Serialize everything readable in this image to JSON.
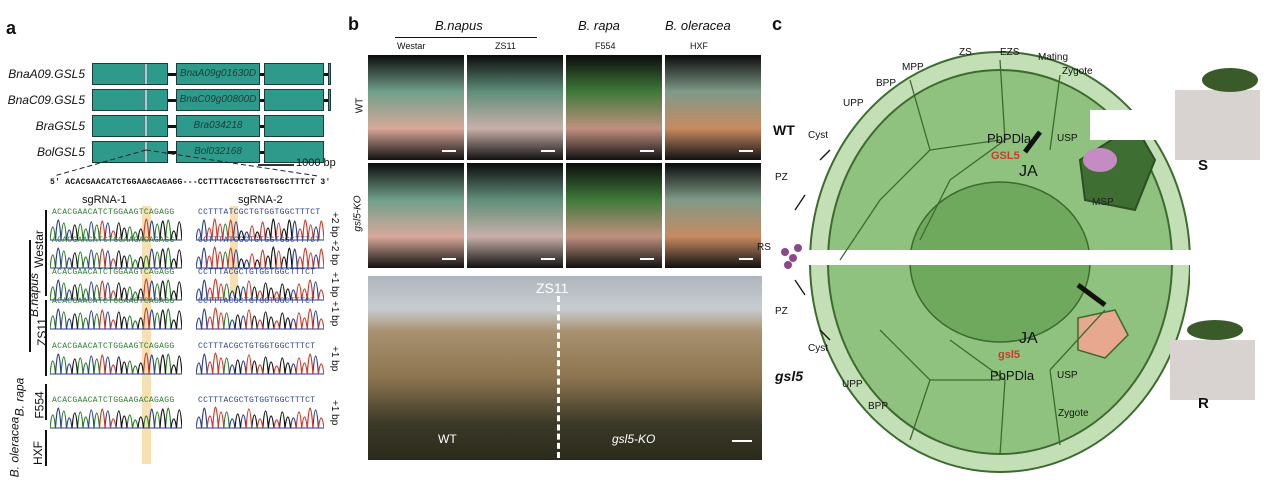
{
  "panel_a": {
    "label": "a",
    "genes": [
      {
        "name": "BnaA09.GSL5",
        "id": "BnaA09g01630D"
      },
      {
        "name": "BnaC09.GSL5",
        "id": "BnaC09g00800D"
      },
      {
        "name": "BraGSL5",
        "id": "Bra034218"
      },
      {
        "name": "BolGSL5",
        "id": "Bol032168"
      }
    ],
    "scale": "1000 bp",
    "seq_line": "5' ACACGAACATCTGGAAGCAGAGG---CCTTTACGCTGTGGTGGCTTTCT 3'",
    "sgrna1": "sgRNA-1",
    "sgrna2": "sgRNA-2",
    "rows": [
      {
        "s1": "ACACGAACATCTGGAAGTCAGAGG",
        "s2": "CCTTTATCGCTGTGGTGGCTTTCT",
        "mut": "+2 bp"
      },
      {
        "s1": "ACACGAACATCTGGAAGACAGAGG",
        "s2": "CCTTTATCGCTGTGGTGGCTTTCT",
        "mut": "+2 bp"
      },
      {
        "s1": "ACACGAACATCTGGAAGTCAGAGG",
        "s2": "CCTTTACGCTGTGGTGGCTTTCT",
        "mut": "+1 bp"
      },
      {
        "s1": "ACACGAACATCTGGAAGTCAGAGG",
        "s2": "CCTTTACGCTGTGGTGGCTTTCT",
        "mut": "+1 bp"
      },
      {
        "s1": "ACACGAACATCTGGAAGTCAGAGG",
        "s2": "CCTTTACGCTGTGGTGGCTTTCT",
        "mut": "+1 bp"
      },
      {
        "s1": "ACACGAACATCTGGAAGACAGAGG",
        "s2": "CCTTTACGCTGTGGTGGCTTTCT",
        "mut": "+1 bp"
      }
    ],
    "species": {
      "napus": "B.napus",
      "rapa": "B. rapa",
      "oleracea": "B. oleracea"
    },
    "cultivars": {
      "westar": "Westar",
      "zs11": "ZS11",
      "f554": "F554",
      "hxf": "HXF"
    }
  },
  "panel_b": {
    "label": "b",
    "species": [
      "B.napus",
      "B. rapa",
      "B. oleracea"
    ],
    "cultivars": [
      "Westar",
      "ZS11",
      "F554",
      "HXF"
    ],
    "rows": [
      "WT",
      "gsl5-KO"
    ],
    "field": {
      "title": "ZS11",
      "left": "WT",
      "right": "gsl5-KO"
    }
  },
  "panel_c": {
    "label": "c",
    "wt": "WT",
    "mut": "gsl5",
    "s": "S",
    "r": "R",
    "top": {
      "zs": "ZS",
      "ezs": "EZS",
      "mating": "Mating",
      "zygote": "Zygote",
      "mpp": "MPP",
      "bpp": "BPP",
      "upp": "UPP",
      "cyst": "Cyst",
      "pz": "PZ",
      "rs": "RS",
      "pbpdla": "PbPDla",
      "usp": "USP",
      "gsl5": "GSL5",
      "ja": "JA",
      "msp": "MSP"
    },
    "bottom": {
      "pz": "PZ",
      "cyst": "Cyst",
      "upp": "UPP",
      "bpp": "BPP",
      "zygote": "Zygote",
      "ja": "JA",
      "gsl5": "gsl5",
      "pbpdla": "PbPDla",
      "usp": "USP"
    }
  },
  "colors": {
    "exon": "#2e9a8c",
    "cell": "#8fc27f",
    "outer": "#c3dfb5",
    "msp": "#3f6e32",
    "pink": "#e8a88f",
    "red": "#d0392b"
  }
}
